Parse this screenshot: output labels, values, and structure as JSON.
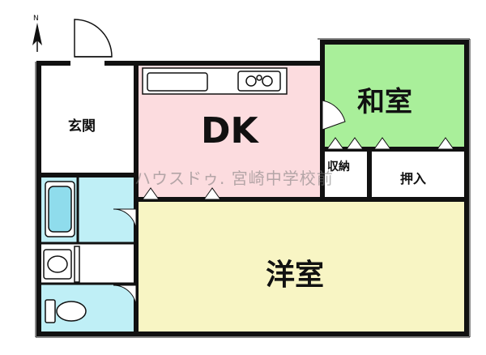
{
  "compass": {
    "label": "N"
  },
  "rooms": {
    "genkan": {
      "label": "玄関"
    },
    "dk": {
      "label": "DK"
    },
    "washitsu": {
      "label": "和室"
    },
    "shuno": {
      "label": "収納"
    },
    "oshiire": {
      "label": "押入"
    },
    "yoshitsu": {
      "label": "洋室"
    }
  },
  "watermark": {
    "text": "ハウスドゥ. 宮崎中学校前"
  },
  "colors": {
    "dk": "#fcdcdf",
    "washitsu": "#a9ef9a",
    "yoshitsu": "#f8f5c4",
    "bath": "#8fdcec",
    "wet_area": "#bfeff6",
    "wall": "#111111"
  }
}
